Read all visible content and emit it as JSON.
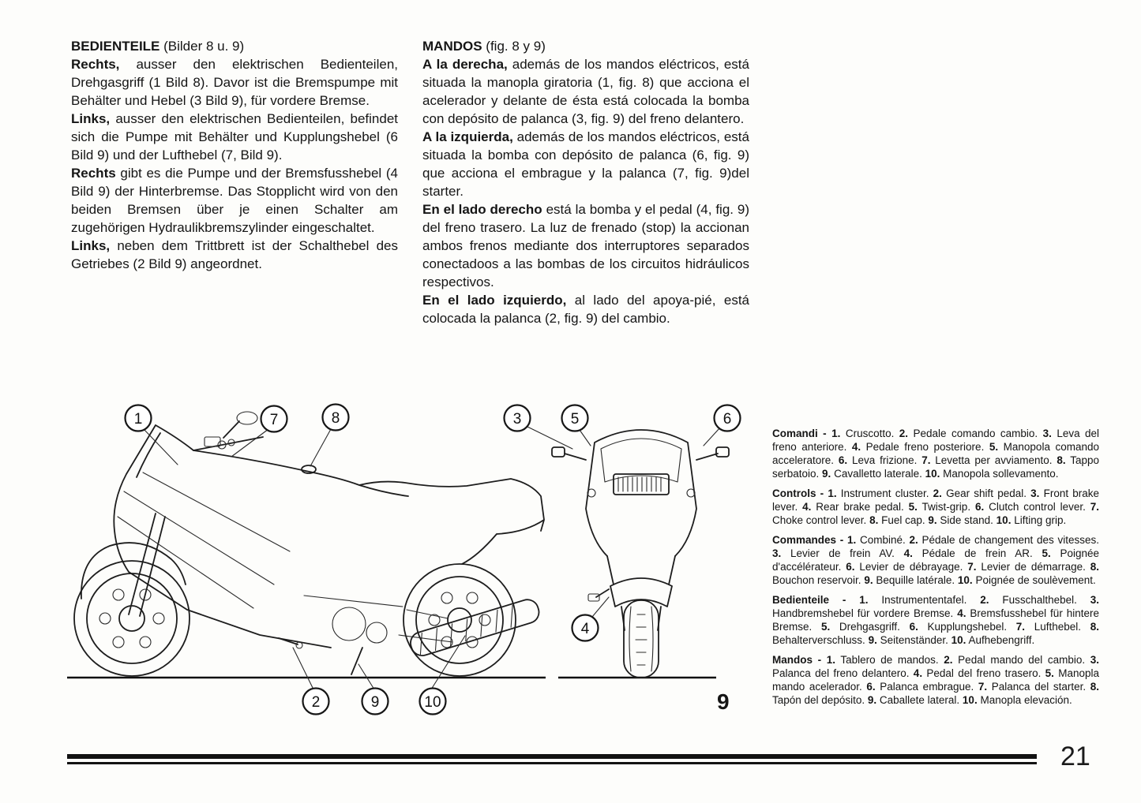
{
  "page": {
    "page_number": "21"
  },
  "columns": {
    "german": {
      "heading_bold": "BEDIENTEILE",
      "heading_rest": " (Bilder 8 u. 9)",
      "paragraphs": [
        {
          "lead": "Rechts,",
          "text": " ausser den elektrischen Bedienteilen, Drehgasgriff (1 Bild 8). Davor ist die Bremspumpe mit Behälter und Hebel (3 Bild 9), für vordere Bremse."
        },
        {
          "lead": "Links,",
          "text": " ausser den elektrischen Bedienteilen, befindet sich die Pumpe mit Behälter und Kupplungshebel (6 Bild 9) und der Lufthebel (7, Bild 9)."
        },
        {
          "lead": "Rechts",
          "text": " gibt es die Pumpe und der Bremsfusshebel (4 Bild 9) der Hinterbremse. Das Stopplicht wird von den beiden Bremsen über je einen Schalter am zugehörigen Hydraulikbremszylinder eingeschaltet."
        },
        {
          "lead": "Links,",
          "text": " neben dem Trittbrett ist der Schalthebel des Getriebes (2 Bild 9) angeordnet."
        }
      ]
    },
    "spanish": {
      "heading_bold": "MANDOS",
      "heading_rest": " (fig. 8 y 9)",
      "paragraphs": [
        {
          "lead": "A la derecha,",
          "text": " además de los mandos eléctricos, está situada la manopla giratoria (1, fig. 8) que acciona el acelerador y delante de ésta está colocada la bomba con depósito de palanca (3, fig. 9) del freno delantero."
        },
        {
          "lead": "A la izquierda,",
          "text": " además de los mandos eléctricos, está situada la bomba con depósito de palanca (6, fig. 9) que acciona el embrague y la palanca (7, fig. 9)del starter."
        },
        {
          "lead": "En el lado derecho",
          "text": " está la bomba y el pedal (4, fig. 9) del freno trasero. La luz de frenado (stop) la accionan ambos frenos mediante dos interruptores separados conectadoos a las bombas de los circuitos hidráulicos respectivos."
        },
        {
          "lead": "En el lado izquierdo,",
          "text": " al lado del apoya-pié, está colocada la palanca (2, fig. 9) del cambio."
        }
      ]
    }
  },
  "captions": [
    {
      "lead": "Comandi -",
      "items": [
        {
          "n": "1.",
          "t": "Cruscotto."
        },
        {
          "n": "2.",
          "t": "Pedale comando cambio."
        },
        {
          "n": "3.",
          "t": "Leva del freno anteriore."
        },
        {
          "n": "4.",
          "t": "Pedale freno posteriore."
        },
        {
          "n": "5.",
          "t": "Manopola comando acceleratore."
        },
        {
          "n": "6.",
          "t": "Leva frizione."
        },
        {
          "n": "7.",
          "t": "Levetta per avviamento."
        },
        {
          "n": "8.",
          "t": "Tappo serbatoio."
        },
        {
          "n": "9.",
          "t": "Cavalletto laterale."
        },
        {
          "n": "10.",
          "t": "Manopola sollevamento."
        }
      ]
    },
    {
      "lead": "Controls -",
      "items": [
        {
          "n": "1.",
          "t": "Instrument cluster."
        },
        {
          "n": "2.",
          "t": "Gear shift pedal."
        },
        {
          "n": "3.",
          "t": "Front brake lever."
        },
        {
          "n": "4.",
          "t": "Rear brake pedal."
        },
        {
          "n": "5.",
          "t": "Twist-grip."
        },
        {
          "n": "6.",
          "t": "Clutch control lever."
        },
        {
          "n": "7.",
          "t": "Choke control lever."
        },
        {
          "n": "8.",
          "t": "Fuel cap."
        },
        {
          "n": "9.",
          "t": "Side stand."
        },
        {
          "n": "10.",
          "t": "Lifting grip."
        }
      ]
    },
    {
      "lead": "Commandes -",
      "items": [
        {
          "n": "1.",
          "t": "Combiné."
        },
        {
          "n": "2.",
          "t": "Pédale de changement des vitesses."
        },
        {
          "n": "3.",
          "t": "Levier de frein AV."
        },
        {
          "n": "4.",
          "t": "Pédale de frein AR."
        },
        {
          "n": "5.",
          "t": "Poignée d'accélérateur."
        },
        {
          "n": "6.",
          "t": "Levier de débrayage."
        },
        {
          "n": "7.",
          "t": "Levier de démarrage."
        },
        {
          "n": "8.",
          "t": "Bouchon reservoir."
        },
        {
          "n": "9.",
          "t": "Bequille latérale."
        },
        {
          "n": "10.",
          "t": "Poignée de soulèvement."
        }
      ]
    },
    {
      "lead": "Bedienteile -",
      "items": [
        {
          "n": "1.",
          "t": "Instrumententafel."
        },
        {
          "n": "2.",
          "t": "Fusschalthebel."
        },
        {
          "n": "3.",
          "t": "Handbremshebel für vordere Bremse."
        },
        {
          "n": "4.",
          "t": "Bremsfusshebel für hintere Bremse."
        },
        {
          "n": "5.",
          "t": "Drehgasgriff."
        },
        {
          "n": "6.",
          "t": "Kupplungshebel."
        },
        {
          "n": "7.",
          "t": "Lufthebel."
        },
        {
          "n": "8.",
          "t": "Behalterverschluss."
        },
        {
          "n": "9.",
          "t": "Seitenständer."
        },
        {
          "n": "10.",
          "t": "Aufhebengriff."
        }
      ]
    },
    {
      "lead": "Mandos -",
      "items": [
        {
          "n": "1.",
          "t": "Tablero de mandos."
        },
        {
          "n": "2.",
          "t": "Pedal mando del cambio."
        },
        {
          "n": "3.",
          "t": "Palanca del freno delantero."
        },
        {
          "n": "4.",
          "t": "Pedal del freno trasero."
        },
        {
          "n": "5.",
          "t": "Manopla mando acelerador."
        },
        {
          "n": "6.",
          "t": "Palanca embrague."
        },
        {
          "n": "7.",
          "t": "Palanca del starter."
        },
        {
          "n": "8.",
          "t": "Tapón del depósito."
        },
        {
          "n": "9.",
          "t": "Caballete lateral."
        },
        {
          "n": "10.",
          "t": "Manopla elevación."
        }
      ]
    }
  ],
  "figure": {
    "figure_number": "9",
    "callouts": {
      "side_top": [
        "1",
        "7",
        "8"
      ],
      "side_bottom": [
        "2",
        "9",
        "10"
      ],
      "front_top": [
        "3",
        "5",
        "6"
      ],
      "front_bottom": [
        "4"
      ]
    }
  }
}
